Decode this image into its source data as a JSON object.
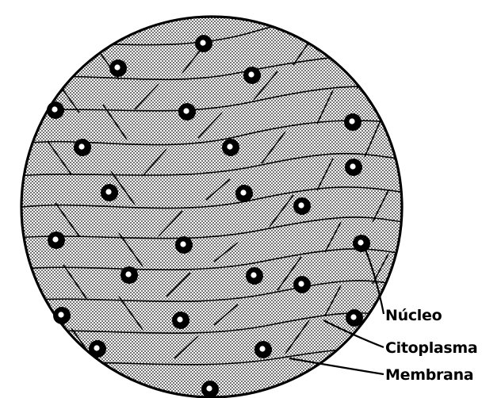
{
  "labels": {
    "nucleus": "Núcleo",
    "cytoplasm": "Citoplasma",
    "membrane": "Membrana"
  },
  "colors": {
    "ink": "#000000",
    "paper": "#ffffff"
  }
}
